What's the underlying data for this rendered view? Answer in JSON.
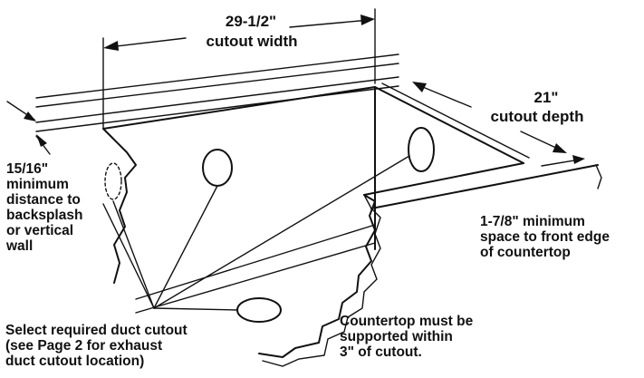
{
  "labels": {
    "width_value": "29-1/2\"",
    "width_text": "cutout width",
    "depth_value": "21\"",
    "depth_text": "cutout depth",
    "backsplash": [
      "15/16\"",
      "minimum",
      "distance to",
      "backsplash",
      "or vertical",
      "wall"
    ],
    "front_edge": [
      "1-7/8\" minimum",
      "space to front edge",
      "of countertop"
    ],
    "duct": [
      "Select required duct cutout",
      "(see Page 2 for exhaust",
      "duct cutout location)"
    ],
    "support": [
      "Countertop must be",
      "supported within",
      "3\" of cutout."
    ]
  },
  "colors": {
    "ink": "#111111",
    "background": "#ffffff"
  }
}
